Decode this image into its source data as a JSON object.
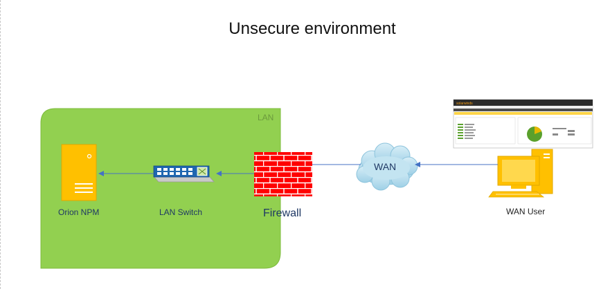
{
  "title": "Unsecure environment",
  "zone": {
    "label": "LAN",
    "fill": "#92d050"
  },
  "nodes": {
    "server": {
      "label": "Orion NPM"
    },
    "switch": {
      "label": "LAN Switch"
    },
    "firewall": {
      "label": "Firewall"
    },
    "cloud": {
      "label": "WAN"
    },
    "user": {
      "label": "WAN User"
    }
  },
  "colors": {
    "server": "#ffc000",
    "firewall": "#ff0000",
    "cloud": "#b4dcec",
    "arrow": "#4472c4",
    "label": "#1f3864"
  },
  "screenshot": {
    "brand": "solarwinds"
  }
}
